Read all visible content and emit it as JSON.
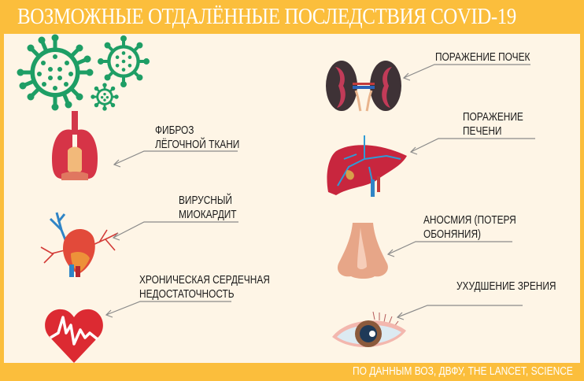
{
  "header": {
    "title": "ВОЗМОЖНЫЕ ОТДАЛЁННЫЕ ПОСЛЕДСТВИЯ COVID-19"
  },
  "footer": {
    "source": "ПО ДАННЫМ ВОЗ, ДВФУ, THE LANCET, SCIENCE"
  },
  "colors": {
    "accent": "#FBBE3C",
    "background": "#FEF5E6",
    "virus": "#1E9E65",
    "heart": "#DC2A32",
    "pointer": "#8A8A8A"
  },
  "consequences": [
    {
      "id": "lung",
      "icon": "lungs-icon",
      "lines": [
        "ФИБРОЗ",
        "ЛЁГОЧНОЙ ТКАНИ"
      ]
    },
    {
      "id": "myocarditis",
      "icon": "heart-organ-icon",
      "lines": [
        "ВИРУСНЫЙ",
        "МИОКАРДИТ"
      ]
    },
    {
      "id": "heart-failure",
      "icon": "heart-pulse-icon",
      "lines": [
        "ХРОНИЧЕСКАЯ СЕРДЕЧНАЯ",
        "НЕДОСТАТОЧНОСТЬ"
      ]
    },
    {
      "id": "kidney",
      "icon": "kidneys-icon",
      "lines": [
        "ПОРАЖЕНИЕ ПОЧЕК"
      ]
    },
    {
      "id": "liver",
      "icon": "liver-icon",
      "lines": [
        "ПОРАЖЕНИЕ",
        "ПЕЧЕНИ"
      ]
    },
    {
      "id": "anosmia",
      "icon": "nose-icon",
      "lines": [
        "АНОСМИЯ (ПОТЕРЯ",
        "ОБОНЯНИЯ)"
      ]
    },
    {
      "id": "vision",
      "icon": "eye-icon",
      "lines": [
        "УХУДШЕНИЕ ЗРЕНИЯ"
      ]
    }
  ]
}
